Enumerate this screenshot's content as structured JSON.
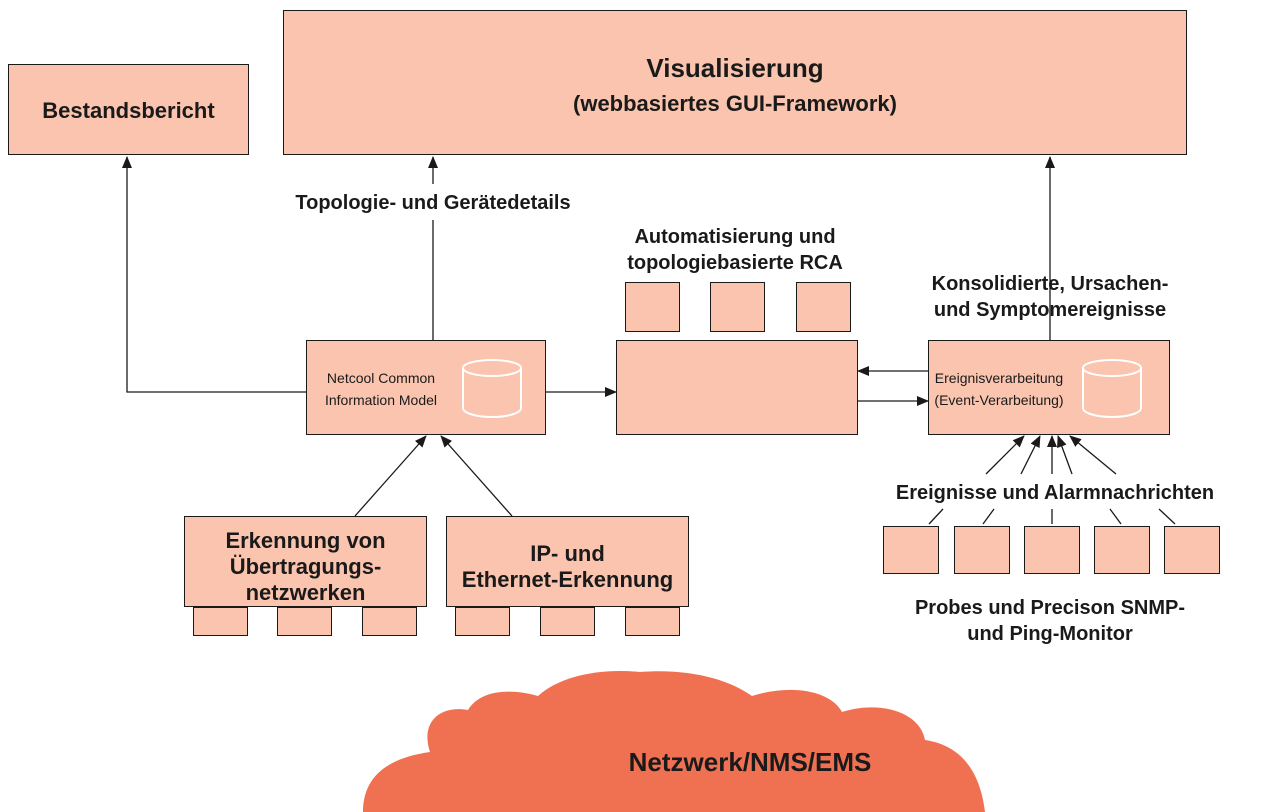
{
  "boxes": {
    "visualization_line1": "Visualisierung",
    "visualization_line2": "(webbasiertes GUI-Framework)",
    "inventory_report": "Bestandsbericht",
    "ncim_line1": "Netcool Common",
    "ncim_line2": "Information Model",
    "event_processing_line1": "Ereignisverarbeitung",
    "event_processing_line2": "(Event-Verarbeitung)",
    "transport_discovery_line1": "Erkennung von",
    "transport_discovery_line2": "Übertragungs-",
    "transport_discovery_line3": "netzwerken",
    "ip_discovery_line1": "IP- und",
    "ip_discovery_line2": "Ethernet-Erkennung"
  },
  "labels": {
    "topology_details": "Topologie- und Gerätedetails",
    "automation_line1": "Automatisierung und",
    "automation_line2": "topologiebasierte RCA",
    "consolidated_line1": "Konsolidierte, Ursachen-",
    "consolidated_line2": "und Symptomereignisse",
    "events_alarms": "Ereignisse und Alarmnachrichten",
    "probes_line1": "Probes und Precison SNMP-",
    "probes_line2": "und Ping-Monitor",
    "network": "Netzwerk/NMS/EMS"
  },
  "colors": {
    "box_fill": "#fac4ae",
    "cloud_fill": "#f07152",
    "stroke": "#1a1a1a"
  }
}
